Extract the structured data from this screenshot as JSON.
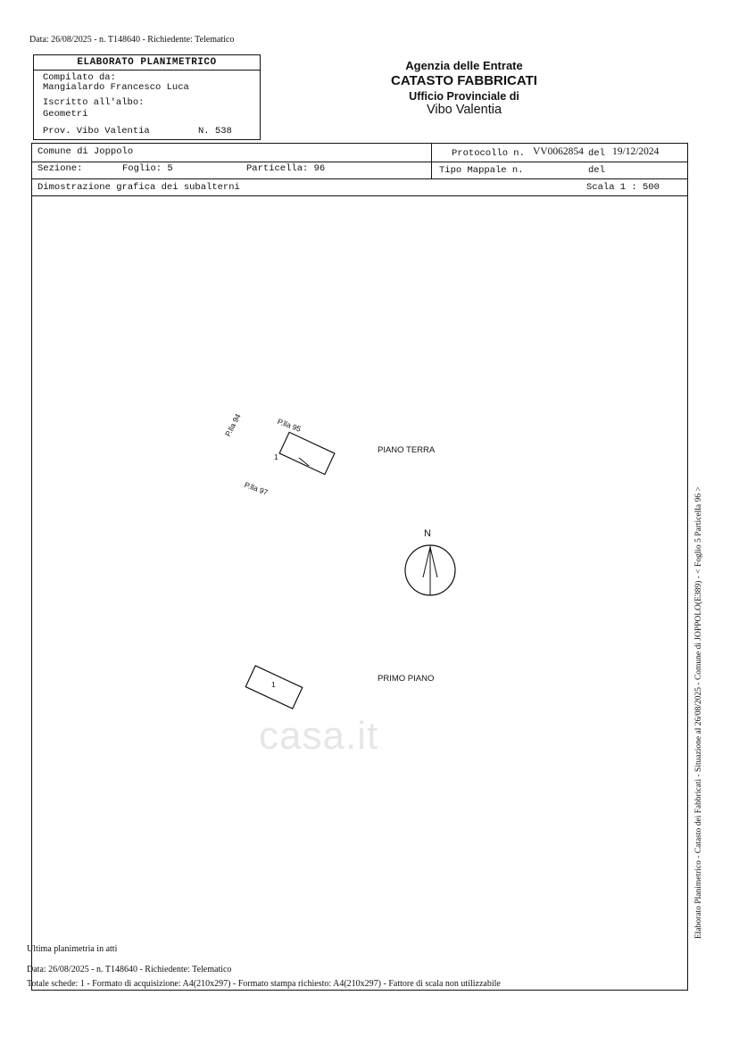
{
  "header": {
    "top_line": "Data: 26/08/2025 - n. T148640 - Richiedente: Telematico"
  },
  "compiler": {
    "title": "ELABORATO PLANIMETRICO",
    "compiled_by_label": "Compilato da:",
    "compiler_name": "Mangialardo Francesco Luca",
    "registered_label": "Iscritto all'albo:",
    "profession": "Geometri",
    "province": "Prov. Vibo Valentia",
    "number": "N. 538"
  },
  "agency": {
    "name": "Agenzia delle Entrate",
    "registry": "CATASTO FABBRICATI",
    "office": "Ufficio Provinciale di",
    "province": "Vibo Valentia"
  },
  "details": {
    "comune": "Comune di Joppolo",
    "sezione_label": "Sezione:",
    "foglio": "Foglio: 5",
    "particella": "Particella: 96",
    "protocollo_label": "Protocollo n.",
    "protocollo_value": "VV0062854",
    "del_label": "del",
    "protocollo_date": "19/12/2024",
    "tipo_mappale_label": "Tipo Mappale n.",
    "tipo_del_label": "del",
    "section_title": "Dimostrazione grafica dei subalterni",
    "scale": "Scala 1 : 500"
  },
  "plan": {
    "p94": "P.lla 94",
    "p95": "P.lla 95",
    "p97": "P.lla 97",
    "unit_ground": "1",
    "ground_label": "PIANO TERRA",
    "north": "N",
    "unit_first": "1",
    "first_label": "PRIMO PIANO"
  },
  "side_text": "Elaborato Planimetrico - Catasto dei Fabbricati - Situazione al 26/08/2025 - Comune di JOPPOLO(E389) - < Foglio 5 Particella 96 >",
  "watermark": "casa.it",
  "footer": {
    "last_plan": "Ultima planimetria in atti",
    "date_line": "Data: 26/08/2025 - n. T148640 - Richiedente: Telematico",
    "totals_line": "Totale schede: 1 - Formato di acquisizione: A4(210x297)  - Formato stampa richiesto: A4(210x297) - Fattore di scala non utilizzabile"
  }
}
